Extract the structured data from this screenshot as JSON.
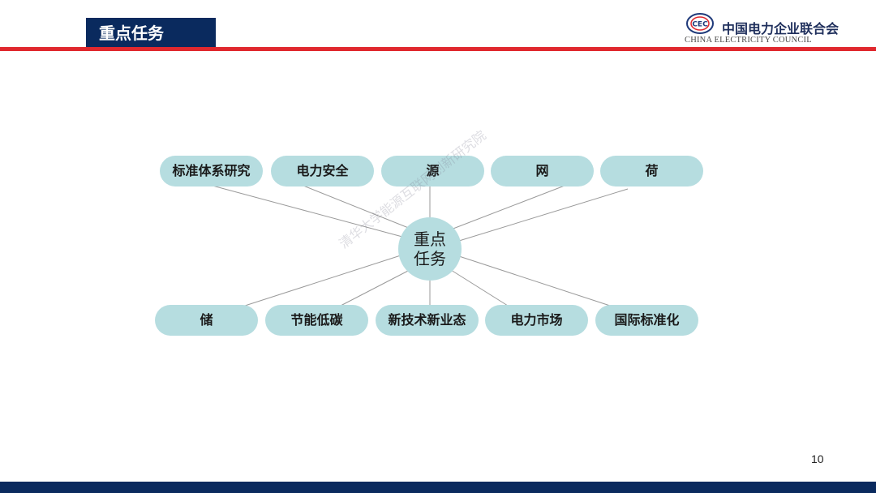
{
  "header": {
    "title": "重点任务",
    "org_cn": "中国电力企业联合会",
    "org_en": "CHINA ELECTRICITY COUNCIL",
    "emblem_text": "CEC"
  },
  "diagram": {
    "center_label": "重点任务",
    "top_nodes": [
      "标准体系研究",
      "电力安全",
      "源",
      "网",
      "荷"
    ],
    "bottom_nodes": [
      "储",
      "节能低碳",
      "新技术新业态",
      "电力市场",
      "国际标准化"
    ]
  },
  "watermark": "清华大学能源互联网创新研究院",
  "footer": {
    "page_number": "10"
  },
  "colors": {
    "navy": "#0a2a5e",
    "red": "#e0282e",
    "node_fill": "#b6dde0",
    "connector": "#9a9a9a"
  }
}
